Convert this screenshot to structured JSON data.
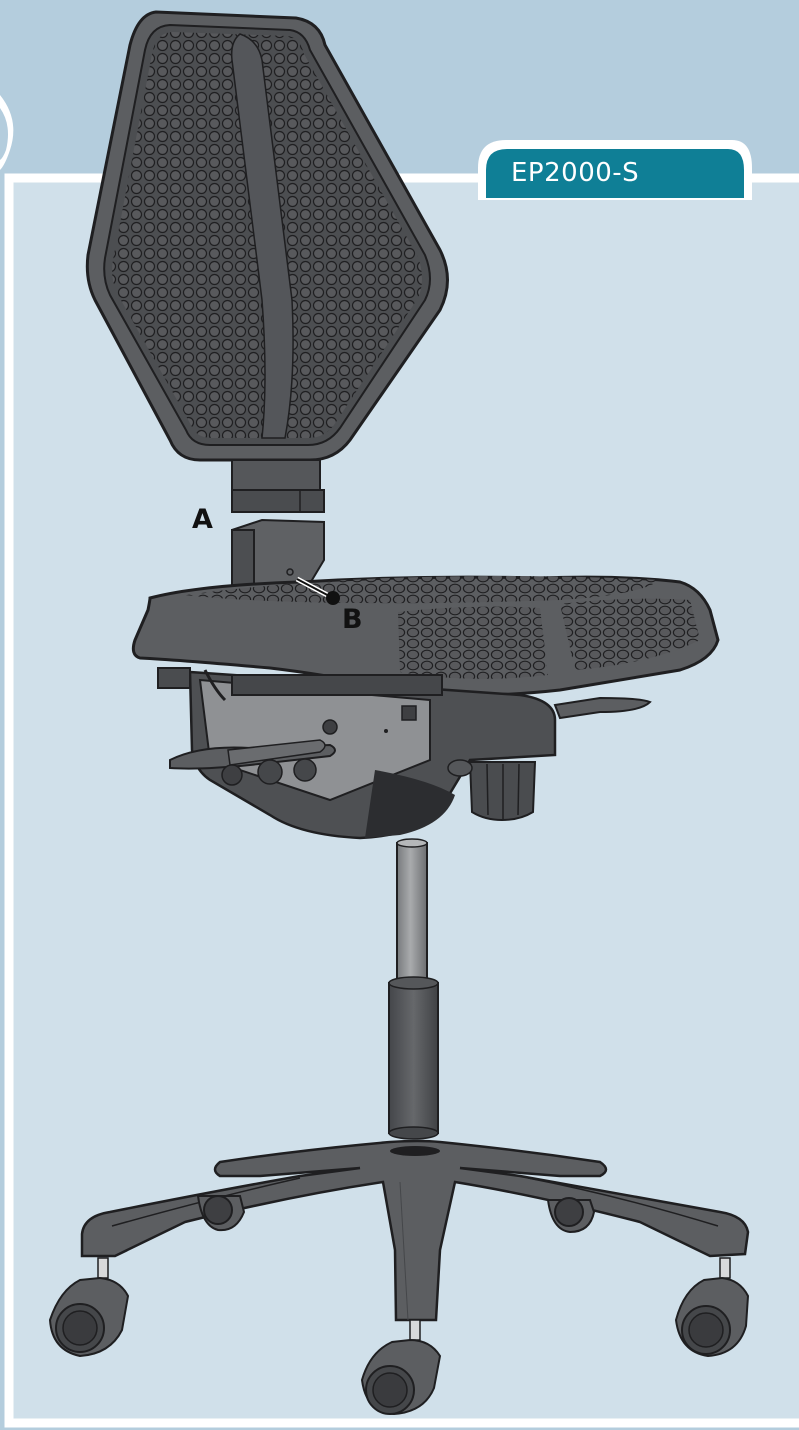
{
  "model_tag": {
    "text": "EP2000-S",
    "color": "#0f7f96"
  },
  "callouts": [
    {
      "id": "A",
      "text": "A",
      "refers_to": "backrest-stem-connector"
    },
    {
      "id": "B",
      "text": "B",
      "refers_to": "seat-screw-hole"
    }
  ],
  "colors": {
    "outer_background": "#b4cddd",
    "panel_background": "#d0e0ea",
    "panel_border": "#ffffff",
    "part_fill": "#5c5e61",
    "part_dark": "#3e3f42",
    "part_outline": "#1f1f21",
    "metal": "#8f9194"
  },
  "parts": [
    "backrest",
    "backrest-stem",
    "stem-receiver",
    "seat",
    "seat-mechanism",
    "adjustment-levers",
    "height-knob",
    "gas-cylinder",
    "five-star-base",
    "casters"
  ]
}
